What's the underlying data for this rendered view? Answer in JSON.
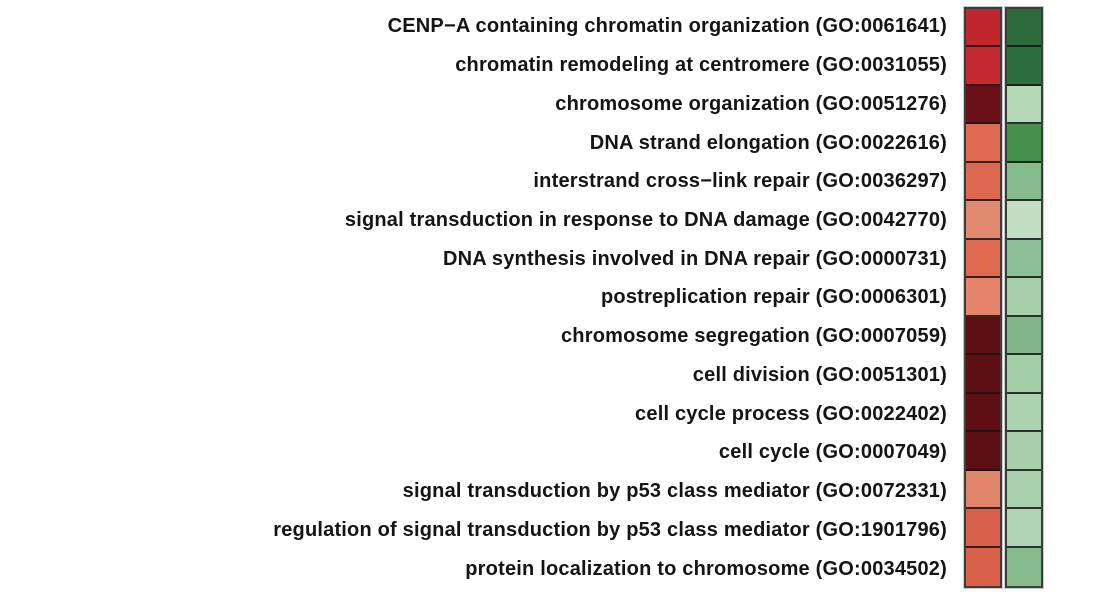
{
  "figure": {
    "background_color": "#ffffff",
    "label_text_color": "#141414",
    "strip_border_color": "#3d3d3d",
    "cell_divider_color": "#191414"
  },
  "chart_data": {
    "type": "heatmap",
    "title": "",
    "xlabel": "",
    "ylabel": "",
    "legend_position": "none",
    "grid": false,
    "n_rows": 15,
    "n_columns": 2,
    "column_color_scales": [
      "red",
      "green"
    ],
    "rows": [
      {
        "term": "CENP−A containing chromatin organization",
        "go_id": "GO:0061641",
        "label": "CENP−A containing chromatin organization (GO:0061641)",
        "cell_colors": [
          "#c0282e",
          "#2c6b3a"
        ]
      },
      {
        "term": "chromatin remodeling at centromere",
        "go_id": "GO:0031055",
        "label": "chromatin remodeling at centromere (GO:0031055)",
        "cell_colors": [
          "#c22a30",
          "#2e6f3e"
        ]
      },
      {
        "term": "chromosome organization",
        "go_id": "GO:0051276",
        "label": "chromosome organization (GO:0051276)",
        "cell_colors": [
          "#6a1016",
          "#b5d8b7"
        ]
      },
      {
        "term": "DNA strand elongation",
        "go_id": "GO:0022616",
        "label": "DNA strand elongation (GO:0022616)",
        "cell_colors": [
          "#dc6950",
          "#46904f"
        ]
      },
      {
        "term": "interstrand cross−link repair",
        "go_id": "GO:0036297",
        "label": "interstrand cross−link repair (GO:0036297)",
        "cell_colors": [
          "#dc6850",
          "#86bc8d"
        ]
      },
      {
        "term": "signal transduction in response to DNA damage",
        "go_id": "GO:0042770",
        "label": "signal transduction in response to DNA damage (GO:0042770)",
        "cell_colors": [
          "#e28a70",
          "#c2dec3"
        ]
      },
      {
        "term": "DNA synthesis involved in DNA repair",
        "go_id": "GO:0000731",
        "label": "DNA synthesis involved in DNA repair (GO:0000731)",
        "cell_colors": [
          "#dd6a4e",
          "#8dc094"
        ]
      },
      {
        "term": "postreplication repair",
        "go_id": "GO:0006301",
        "label": "postreplication repair (GO:0006301)",
        "cell_colors": [
          "#e5846b",
          "#a6cfaa"
        ]
      },
      {
        "term": "chromosome segregation",
        "go_id": "GO:0007059",
        "label": "chromosome segregation (GO:0007059)",
        "cell_colors": [
          "#5e0f13",
          "#82b98a"
        ]
      },
      {
        "term": "cell division",
        "go_id": "GO:0051301",
        "label": "cell division (GO:0051301)",
        "cell_colors": [
          "#5e0f13",
          "#a3cda7"
        ]
      },
      {
        "term": "cell cycle process",
        "go_id": "GO:0022402",
        "label": "cell cycle process (GO:0022402)",
        "cell_colors": [
          "#5e0f13",
          "#abd2ae"
        ]
      },
      {
        "term": "cell cycle",
        "go_id": "GO:0007049",
        "label": "cell cycle (GO:0007049)",
        "cell_colors": [
          "#5e0f13",
          "#a6cfaa"
        ]
      },
      {
        "term": "signal transduction by p53 class mediator",
        "go_id": "GO:0072331",
        "label": "signal transduction by p53 class mediator (GO:0072331)",
        "cell_colors": [
          "#e0846a",
          "#aad1ae"
        ]
      },
      {
        "term": "regulation of signal transduction by p53 class mediator",
        "go_id": "GO:1901796",
        "label": "regulation of signal transduction by p53 class mediator (GO:1901796)",
        "cell_colors": [
          "#d9604a",
          "#b1d5b4"
        ]
      },
      {
        "term": "protein localization to chromosome",
        "go_id": "GO:0034502",
        "label": "protein localization to chromosome (GO:0034502)",
        "cell_colors": [
          "#d96049",
          "#85bb8d"
        ]
      }
    ]
  }
}
